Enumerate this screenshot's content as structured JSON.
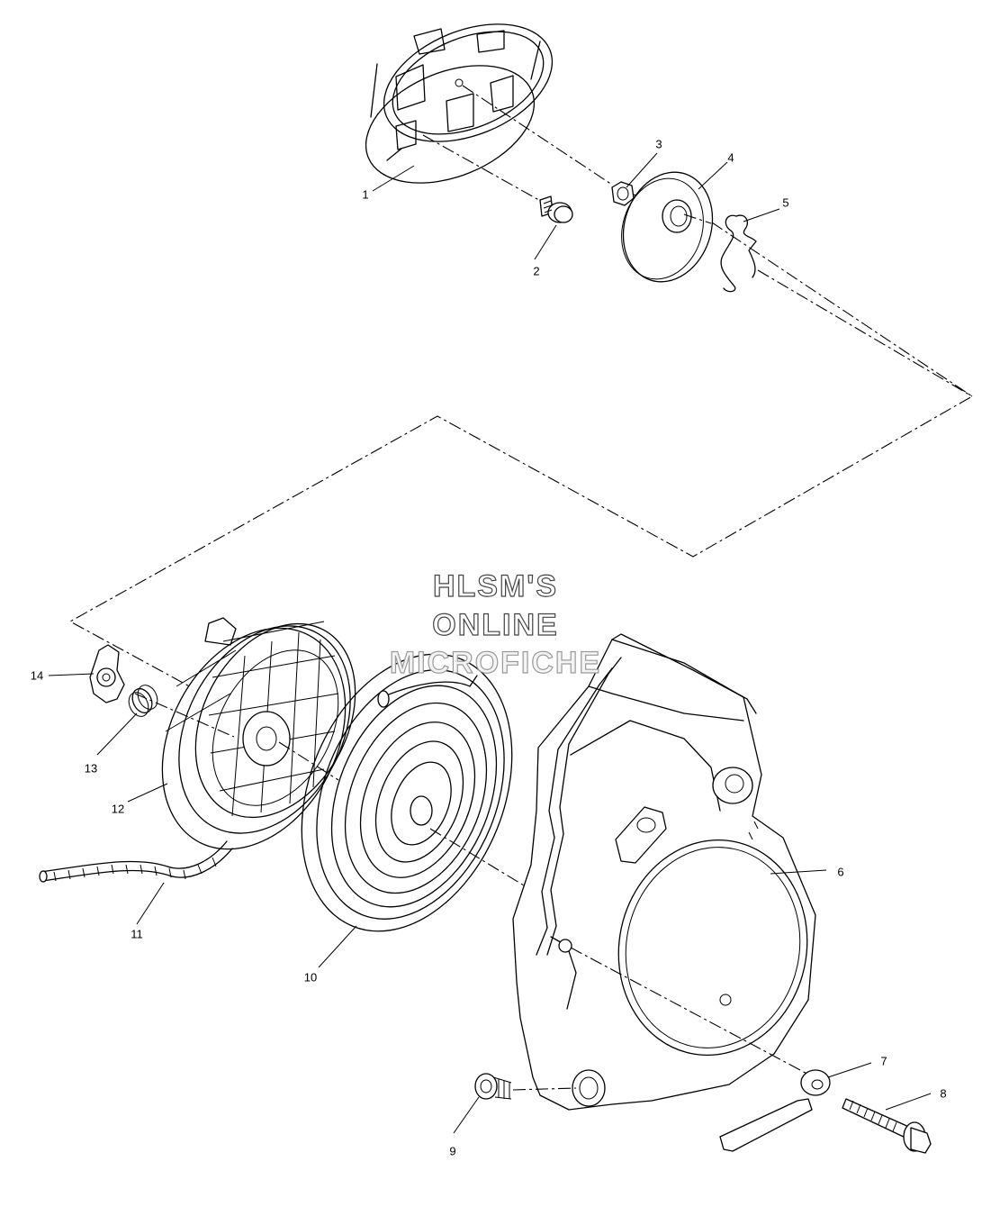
{
  "diagram": {
    "watermark": [
      "HLSM'S",
      "ONLINE",
      "MICROFICHE"
    ],
    "callouts": [
      {
        "id": "1",
        "label": "1"
      },
      {
        "id": "2",
        "label": "2"
      },
      {
        "id": "3",
        "label": "3"
      },
      {
        "id": "4",
        "label": "4"
      },
      {
        "id": "5",
        "label": "5"
      },
      {
        "id": "6",
        "label": "6"
      },
      {
        "id": "7",
        "label": "7"
      },
      {
        "id": "8",
        "label": "8"
      },
      {
        "id": "9",
        "label": "9"
      },
      {
        "id": "10",
        "label": "10"
      },
      {
        "id": "11",
        "label": "11"
      },
      {
        "id": "12",
        "label": "12"
      },
      {
        "id": "13",
        "label": "13"
      },
      {
        "id": "14",
        "label": "14"
      }
    ]
  }
}
